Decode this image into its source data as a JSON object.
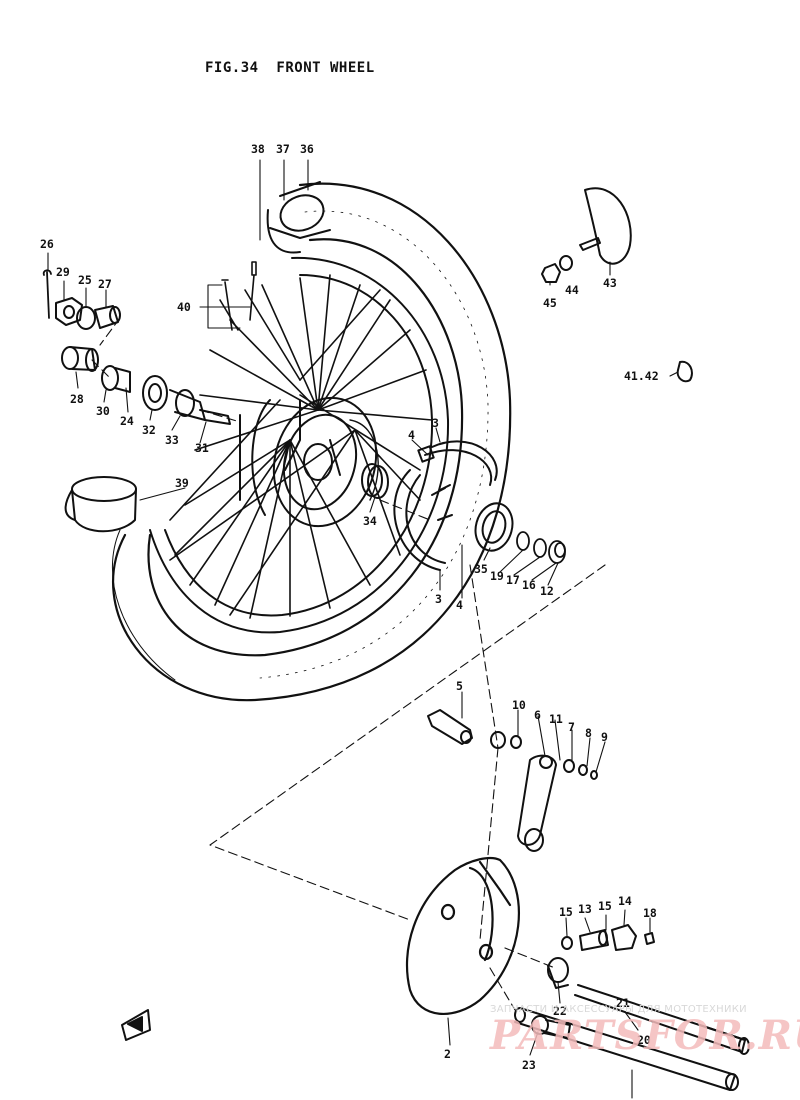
{
  "title": "FIG.34  FRONT WHEEL",
  "watermark": {
    "tagline": "ЗАПЧАСТИ И АКСЕССУАРЫ ДЛЯ МОТОТЕХНИКИ",
    "site": "PARTSFOR.RU"
  },
  "colors": {
    "ink": "#111111",
    "paper": "#ffffff",
    "watermark": "#f4bcbc"
  },
  "labels": {
    "l38": "38",
    "l37": "37",
    "l36": "36",
    "l26": "26",
    "l29": "29",
    "l25": "25",
    "l27": "27",
    "l40": "40",
    "l28": "28",
    "l30": "30",
    "l24": "24",
    "l32": "32",
    "l33": "33",
    "l31": "31",
    "l39": "39",
    "l34": "34",
    "l4a": "4",
    "l3a": "3",
    "l3b": "3",
    "l4b": "4",
    "l35": "35",
    "l19": "19",
    "l17": "17",
    "l16": "16",
    "l12": "12",
    "l45": "45",
    "l44": "44",
    "l43": "43",
    "l4142": "41.42",
    "l5": "5",
    "l10": "10",
    "l6": "6",
    "l11": "11",
    "l7": "7",
    "l8": "8",
    "l9": "9",
    "l15a": "15",
    "l13": "13",
    "l15b": "15",
    "l14": "14",
    "l18": "18",
    "l22": "22",
    "l20": "20",
    "l21": "21",
    "l23": "23",
    "l2": "2"
  }
}
